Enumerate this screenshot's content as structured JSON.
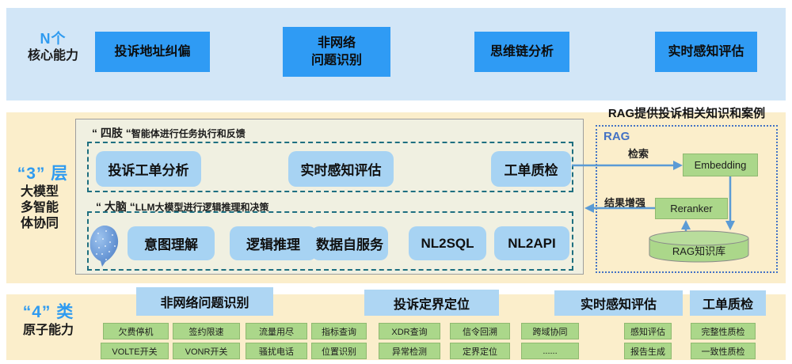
{
  "top_band": {
    "label_line1": "N个",
    "label_line2": "核心能力",
    "boxes": [
      "投诉地址纠偏",
      "非网络\n问题识别",
      "思维链分析",
      "实时感知评估"
    ]
  },
  "middle_band": {
    "layer_label": "“3” 层",
    "layer_sublabel": "大模型\n多智能\n体协同",
    "limbs_section": {
      "caption_quoted": "“ 四肢 “",
      "caption_rest": "智能体进行任务执行和反馈",
      "agents": [
        "投诉工单分析",
        "实时感知评估",
        "工单质检"
      ]
    },
    "brain_section": {
      "caption_quoted": "“ 大脑 “",
      "caption_rest": "LLM大模型进行逻辑推理和决策",
      "capabilities": [
        "意图理解",
        "逻辑推理",
        "数据自服务",
        "NL2SQL",
        "NL2API"
      ]
    },
    "rag": {
      "title": "RAG提供投诉相关知识和案例",
      "label": "RAG",
      "retrieval_label": "检索",
      "augment_label": "结果增强",
      "embedding": "Embedding",
      "reranker": "Reranker",
      "knowledge_base": "RAG知识库"
    }
  },
  "bottom_band": {
    "label_line1": "“4” 类",
    "label_line2": "原子能力",
    "headers": [
      "非网络问题识别",
      "投诉定界定位",
      "实时感知评估",
      "工单质检"
    ],
    "atom_columns": [
      [
        "欠费停机",
        "VOLTE开关"
      ],
      [
        "签约限速",
        "VONR开关"
      ],
      [
        "流量用尽",
        "骚扰电话"
      ],
      [
        "指标查询",
        "位置识别"
      ],
      [
        "XDR查询",
        "异常检测"
      ],
      [
        "信令回溯",
        "定界定位"
      ],
      [
        "跨域协同",
        "......"
      ],
      [
        "感知评估",
        "报告生成"
      ],
      [
        "完整性质检",
        "一致性质检"
      ]
    ]
  },
  "colors": {
    "band_blue": "#D2E6F7",
    "band_cream": "#FBEECB",
    "core_box_blue": "#2F9BF4",
    "panel_olive": "#F0F0E1",
    "light_blue_box": "#A7D3F3",
    "green_box": "#ABD78A",
    "teal_dash": "#1E6F80",
    "rag_border_blue": "#4472C4",
    "arrow_blue": "#5B9BD5",
    "accent_blue_text": "#2F9BF0"
  }
}
